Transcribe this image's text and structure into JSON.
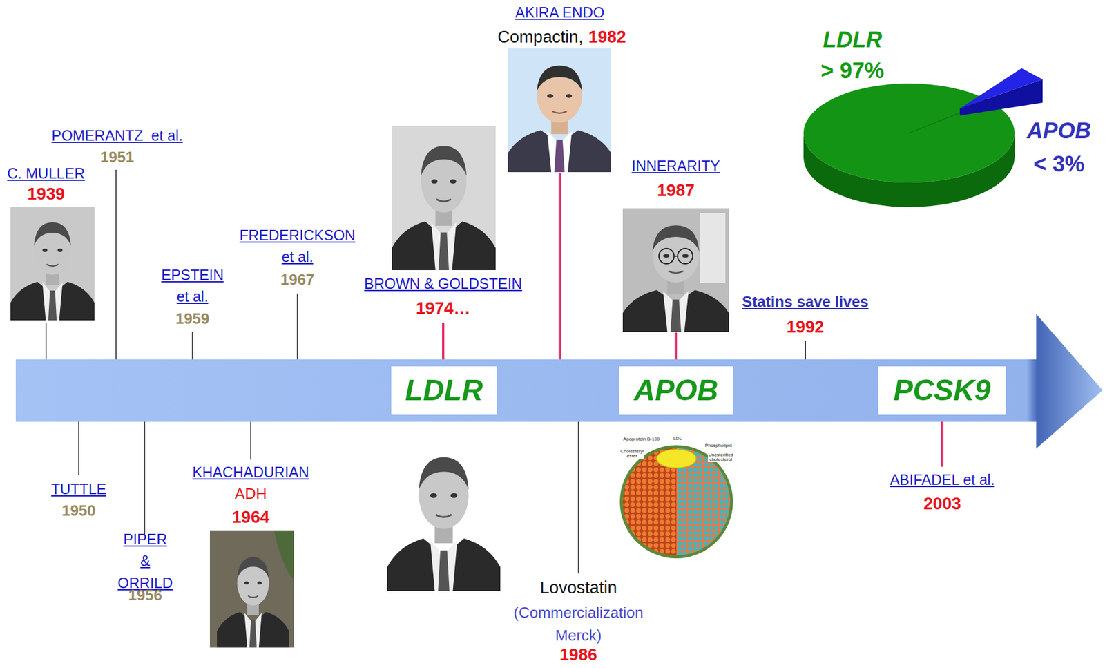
{
  "diagram": {
    "nodes": [
      {
        "text": [
          "LDLR"
        ]
      },
      {
        "text": [
          "APOB"
        ]
      },
      {
        "text": [
          "PCSK9"
        ]
      }
    ],
    "labels": [
      "AKIRA ENDO",
      "Compactin,",
      "1982",
      "LDLR",
      "> 97%",
      "APOB",
      "< 3%",
      "POMERANTZ  et al.",
      "1951",
      "C. MULLER",
      "1939",
      "INNERARITY",
      "1987",
      "FREDERICKSON et al.",
      "1967",
      "EPSTEIN et al.",
      "1959",
      "BROWN & GOLDSTEIN",
      "1974…",
      "Statins save lives",
      "1992",
      "LDL",
      "Apoprotein B-100",
      "Phospholipid",
      "Cholesteryl ester",
      "Unesterified cholesterol",
      "TUTTLE",
      "1950",
      "ABIFADEL et al.",
      "2003",
      "KHACHADURIAN",
      "ADH",
      "1964",
      "PIPER & ORRILD",
      "1956",
      "Lovostatin",
      "(Commercialization Merck)",
      "1986"
    ]
  }
}
